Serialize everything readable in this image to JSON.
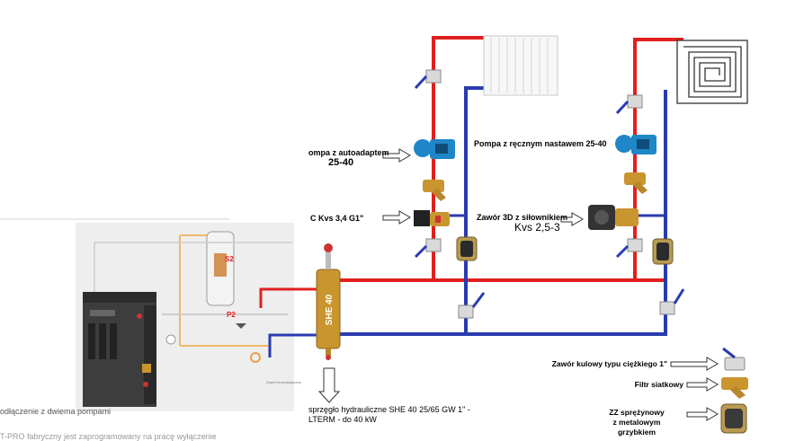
{
  "labels": {
    "pump_left": "ompa z autoadaptem",
    "pump_left_model": "25-40",
    "valve_left": "C Kvs 3,4 G1\"",
    "pump_right": "Pompa z ręcznym nastawem 25-40",
    "valve_right": "Zawór 3D z siłownikiem",
    "valve_right_kvs": "Kvs 2,5-3",
    "separator_text": "SHE 40",
    "separator_desc_line1": "sprzęgło hydrauliczne SHE 40 25/65 GW 1\" -",
    "separator_desc_line2": "LTERM - do 40 kW",
    "boiler_caption": "odłączenie z dwiema pompami",
    "bottom_caption": "T-PRO fabryczny jest zaprogramowany na pracę wyłączenie",
    "boiler_s2": "S2",
    "boiler_p2": "P2",
    "boiler_small_label": "Zawór termostatyczny"
  },
  "legend": [
    {
      "label": "Zawór kulowy typu ciężkiego 1\"",
      "icon": "ball-valve-icon"
    },
    {
      "label": "Filtr siatkowy",
      "icon": "strainer-icon"
    },
    {
      "label": "ZZ sprężynowy z metalowym grzybkiem",
      "icon": "check-valve-icon"
    }
  ],
  "colors": {
    "supply": "#e0201e",
    "return": "#2a3bb0",
    "brass": "#c9952e",
    "pump": "#1f86c8"
  }
}
